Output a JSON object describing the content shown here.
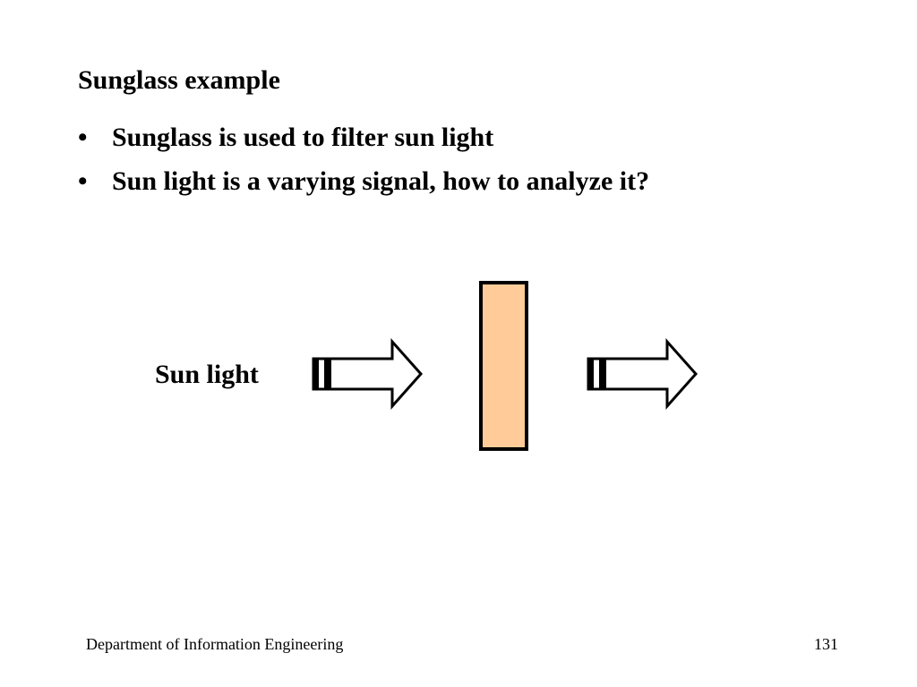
{
  "slide": {
    "title": "Sunglass example",
    "bullet_glyph": "•",
    "bullets": [
      "Sunglass is used to filter sun light",
      "Sun light is a varying signal, how to analyze it?"
    ]
  },
  "diagram": {
    "input_label": "Sun light",
    "filter_color": "#ffcc99",
    "stroke_color": "#000000"
  },
  "footer": {
    "department": "Department of Information Engineering",
    "page_number": "131"
  }
}
